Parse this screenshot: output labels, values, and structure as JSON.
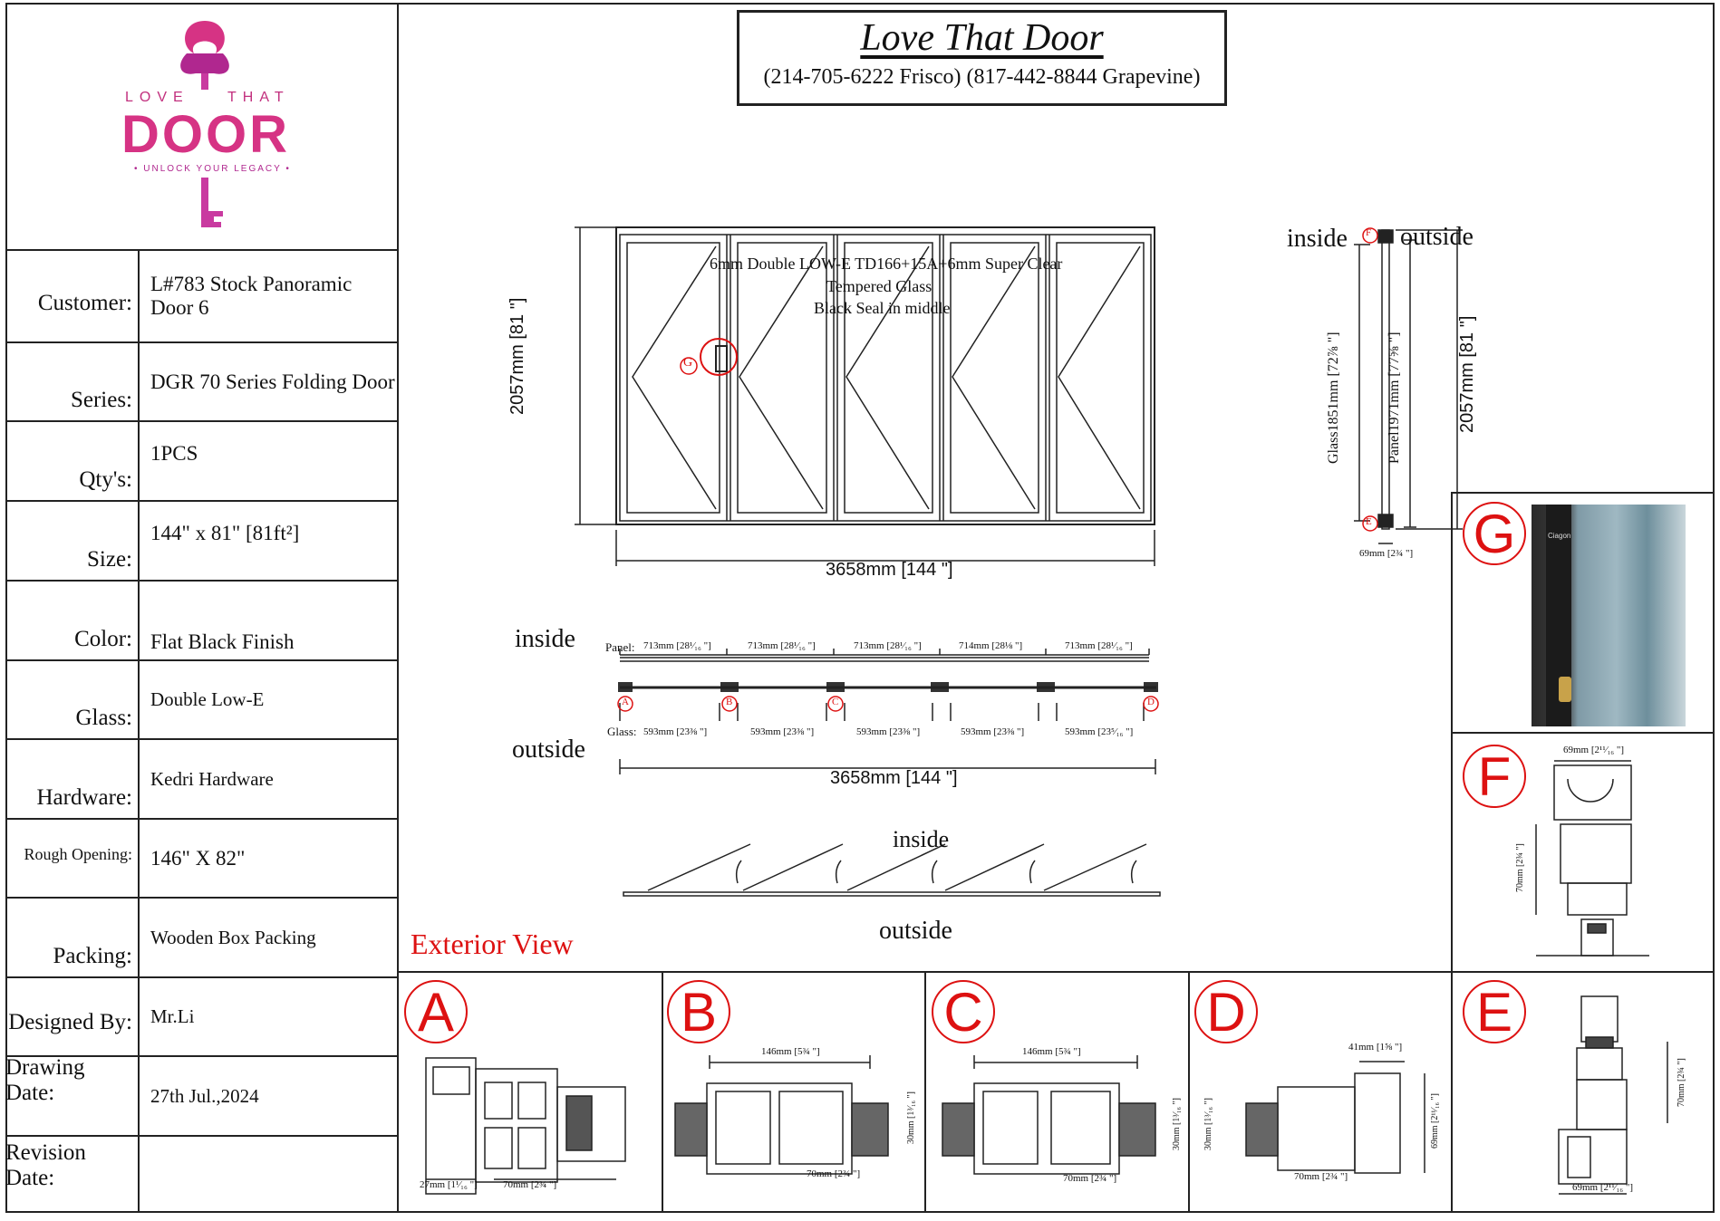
{
  "logo": {
    "line1_left": "LOVE",
    "line1_right": "THAT",
    "brand": "DOOR",
    "tagline": "• UNLOCK YOUR LEGACY •"
  },
  "title": {
    "company": "Love That Door",
    "phones": "(214-705-6222 Frisco) (817-442-8844 Grapevine)"
  },
  "info": [
    {
      "label": "Customer:",
      "value": "L#783 Stock Panoramic Door 6"
    },
    {
      "label": "Series:",
      "value": "DGR 70 Series Folding Door"
    },
    {
      "label": "Qty's:",
      "value": "1PCS"
    },
    {
      "label": "Size:",
      "value": "144\" x 81\" [81ft²]"
    },
    {
      "label": "Color:",
      "value": "Flat Black Finish"
    },
    {
      "label": "Glass:",
      "value": "Double Low-E"
    },
    {
      "label": "Hardware:",
      "value": "Kedri Hardware"
    },
    {
      "label": "Rough Opening:",
      "value": "146\" X 82\""
    },
    {
      "label": "Packing:",
      "value": "Wooden Box Packing"
    }
  ],
  "meta": [
    {
      "label": "Designed By:",
      "value": "Mr.Li"
    },
    {
      "label": "Drawing Date:",
      "value": "27th Jul.,2024"
    },
    {
      "label": "Revision Date:",
      "value": ""
    }
  ],
  "elevation": {
    "glass_note1": "6mm Double LOW-E TD166+15A+6mm Super Clear",
    "glass_note2": "Tempered  Glass",
    "glass_note3": "Black Seal in middle",
    "height": "2057mm [81 \"]",
    "width": "3658mm [144 \"]",
    "marker_g": "G"
  },
  "section": {
    "inside": "inside",
    "outside": "outside",
    "glass_height": "Glass1851mm [72⅞ \"]",
    "panel_height": "Panel1971mm [77⅝ \"]",
    "total_height": "2057mm [81 \"]",
    "depth": "69mm [2¾ \"]",
    "marker_f": "F",
    "marker_e": "E"
  },
  "plan": {
    "inside": "inside",
    "outside": "outside",
    "panel_label": "Panel:",
    "glass_label": "Glass:",
    "panels": [
      "713mm [28¹⁄₁₆ \"]",
      "713mm [28¹⁄₁₆ \"]",
      "713mm [28¹⁄₁₆ \"]",
      "714mm [28⅛ \"]",
      "713mm [28¹⁄₁₆ \"]"
    ],
    "glass": [
      "593mm [23⅜ \"]",
      "593mm [23⅜ \"]",
      "593mm [23⅜ \"]",
      "593mm [23⅜ \"]",
      "593mm [23⁵⁄₁₆ \"]"
    ],
    "total": "3658mm [144 \"]",
    "markers": [
      "A",
      "B",
      "C",
      "D"
    ]
  },
  "swing": {
    "inside": "inside",
    "outside": "outside"
  },
  "exterior_view": "Exterior View",
  "details": {
    "A": {
      "dim1": "27mm [1¹⁄₁₆ \"]",
      "dim2": "70mm [2¾ \"]"
    },
    "B": {
      "dim1": "146mm [5¾ \"]",
      "dim2": "70mm [2¾ \"]",
      "dim3": "30mm [1³⁄₁₆ \"]"
    },
    "C": {
      "dim1": "146mm [5¾ \"]",
      "dim2": "70mm [2¾ \"]",
      "dim3": "30mm [1³⁄₁₆ \"]"
    },
    "D": {
      "dim1": "41mm [1⅝ \"]",
      "dim2": "70mm [2¾ \"]",
      "dim3": "30mm [1³⁄₁₆ \"]",
      "dim4": "69mm [2¹¹⁄₁₆ \"]"
    },
    "E": {
      "dim1": "70mm [2¾ \"]",
      "dim2": "69mm [2¹¹⁄₁₆ \"]"
    },
    "F": {
      "dim1": "69mm [2¹¹⁄₁₆ \"]",
      "dim2": "70mm [2¾ \"]"
    },
    "G": {
      "photo_brand": "Ciagon"
    }
  },
  "letters": [
    "A",
    "B",
    "C",
    "D",
    "E",
    "F",
    "G"
  ],
  "colors": {
    "accent_red": "#d11111",
    "line": "#222222",
    "logo_pink": "#d63384"
  }
}
